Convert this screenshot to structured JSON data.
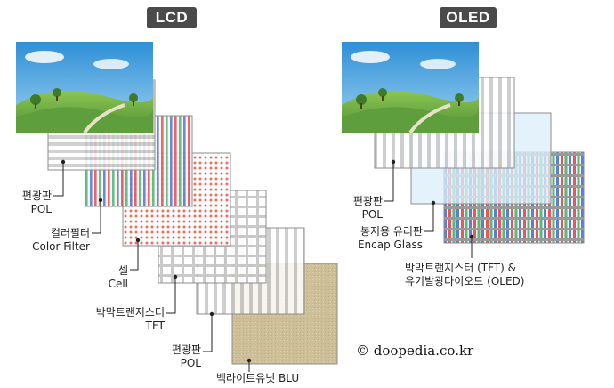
{
  "lcd": {
    "title": "LCD",
    "labels": [
      {
        "ko": "편광판",
        "en": "POL"
      },
      {
        "ko": "컬러필터",
        "en": "Color Filter"
      },
      {
        "ko": "셀",
        "en": "Cell"
      },
      {
        "ko": "박막트랜지스터",
        "en": "TFT"
      },
      {
        "ko": "편광판",
        "en": "POL"
      },
      {
        "ko": "백라이트유닛 BLU",
        "en": ""
      }
    ]
  },
  "oled": {
    "title": "OLED",
    "labels": [
      {
        "ko": "편광판",
        "en": "POL"
      },
      {
        "ko": "봉지용 유리판",
        "en": "Encap Glass"
      },
      {
        "ko": "박막트랜지스터 (TFT) &",
        "en": "유기발광다이오드 (OLED)"
      }
    ]
  },
  "credit": "© doopedia.co.kr",
  "colors": {
    "badge": "#4a4a4a",
    "red": "#e8555a",
    "green": "#5ab87a",
    "blue": "#5a7fd0",
    "sky": "#5aa6e0",
    "grass": "#6aa548",
    "blu": "#cdbf98",
    "encap": "#dbeefa"
  }
}
